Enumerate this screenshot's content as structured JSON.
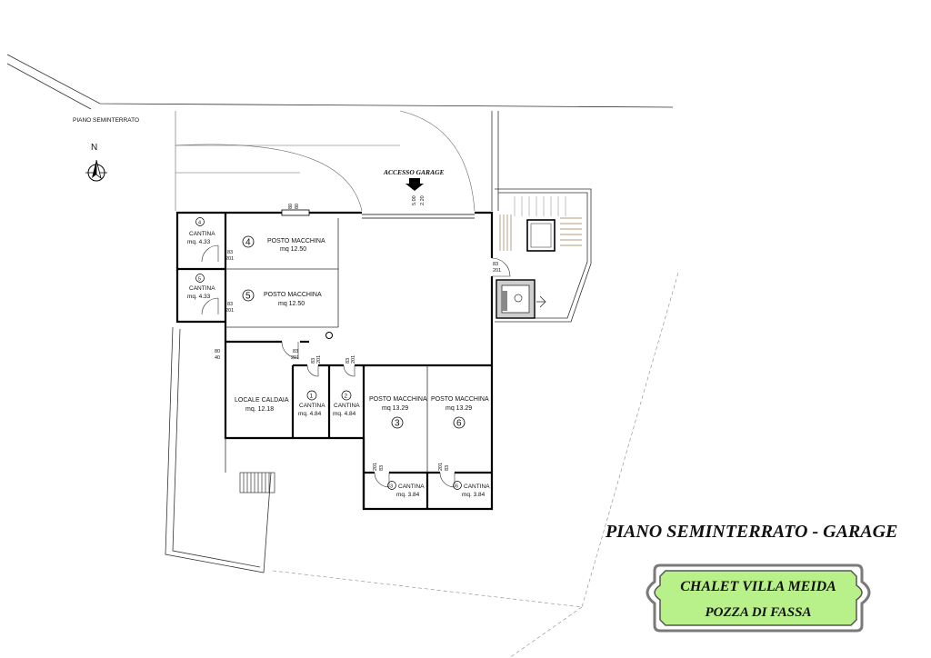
{
  "labels": {
    "plan_title_small": "PIANO SEMINTERRATO",
    "north": "N",
    "access": "ACCESSO GARAGE",
    "access_dim_1": "5.00",
    "access_dim_2": "2.20",
    "main_title": "PIANO SEMINTERRATO - GARAGE",
    "brand_line1": "CHALET VILLA MEIDA",
    "brand_line2": "POZZA DI FASSA"
  },
  "rooms": {
    "cantina4": {
      "num": "4",
      "name": "CANTINA",
      "area": "mq. 4.33"
    },
    "cantina5": {
      "num": "5",
      "name": "CANTINA",
      "area": "mq. 4.33"
    },
    "posto4": {
      "num": "4",
      "name": "POSTO MACCHINA",
      "area": "mq 12.50"
    },
    "posto5": {
      "num": "5",
      "name": "POSTO MACCHINA",
      "area": "mq 12.50"
    },
    "caldaia": {
      "name": "LOCALE CALDAIA",
      "area": "mq. 12.18"
    },
    "cantina1": {
      "num": "1",
      "name": "CANTINA",
      "area": "mq. 4.84"
    },
    "cantina2": {
      "num": "2",
      "name": "CANTINA",
      "area": "mq. 4.84"
    },
    "posto3": {
      "num": "3",
      "name": "POSTO MACCHINA",
      "area": "mq 13.29"
    },
    "posto6": {
      "num": "6",
      "name": "POSTO MACCHINA",
      "area": "mq 13.29"
    },
    "cantina3": {
      "num": "3",
      "name": "CANTINA",
      "area": "mq. 3.84"
    },
    "cantina6": {
      "num": "6",
      "name": "CANTINA",
      "area": "mq. 3.84"
    }
  },
  "door_dims": {
    "top_a": "80",
    "top_b": "80",
    "d83": "83",
    "d201": "201",
    "d80": "80",
    "d40": "40"
  },
  "colors": {
    "badge_fill": "#b8f08a",
    "badge_border": "#7a7a7a"
  }
}
